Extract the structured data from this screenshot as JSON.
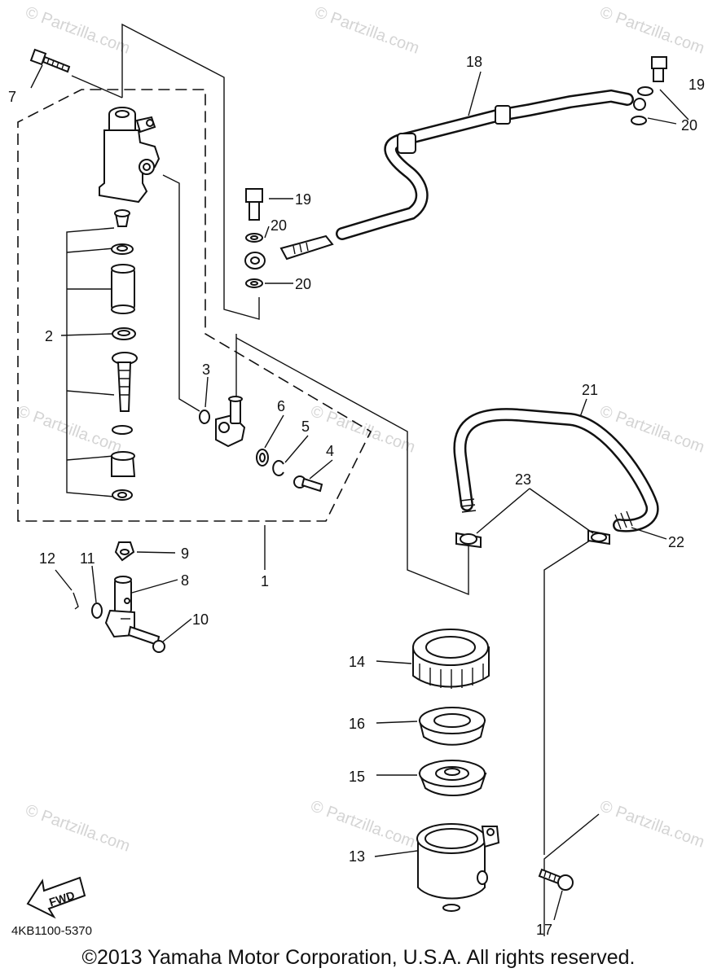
{
  "watermark": "© Partzilla.com",
  "diagram_code": "4KB1100-5370",
  "fwd_label": "FWD",
  "copyright": "©2013 Yamaha Motor Corporation, U.S.A. All rights reserved.",
  "callouts": {
    "c1": "1",
    "c2": "2",
    "c3": "3",
    "c4": "4",
    "c5": "5",
    "c6": "6",
    "c7": "7",
    "c8": "8",
    "c9": "9",
    "c10": "10",
    "c11": "11",
    "c12": "12",
    "c13": "13",
    "c14": "14",
    "c15": "15",
    "c16": "16",
    "c17": "17",
    "c18": "18",
    "c19a": "19",
    "c19b": "19",
    "c20a": "20",
    "c20b": "20",
    "c20c": "20",
    "c21": "21",
    "c22": "22",
    "c23": "23"
  }
}
